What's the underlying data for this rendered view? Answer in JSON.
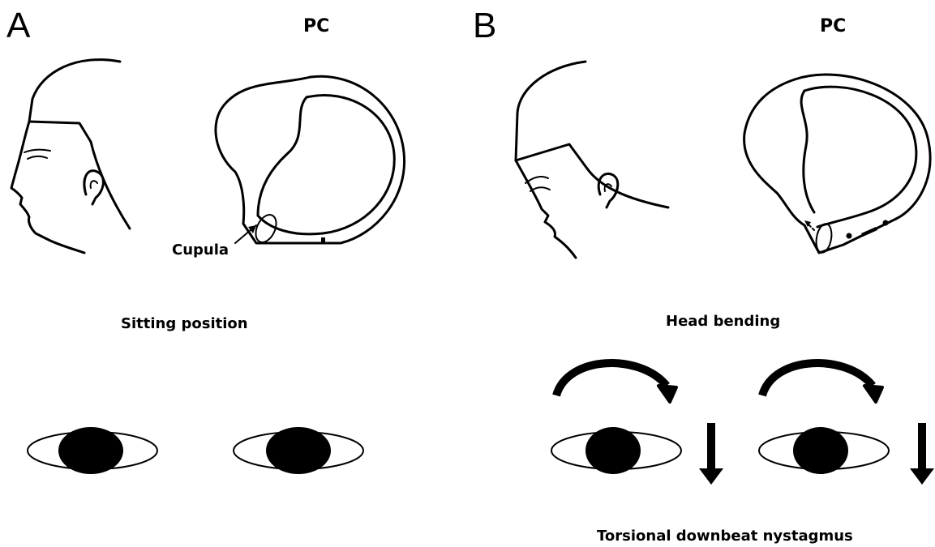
{
  "panel_a": {
    "letter": "A",
    "canal_label": "PC",
    "cupula_label": "Cupula",
    "caption": "Sitting position"
  },
  "panel_b": {
    "letter": "B",
    "canal_label": "PC",
    "caption": "Head bending",
    "nystagmus_label": "Torsional downbeat nystagmus"
  },
  "colors": {
    "line": "#000000",
    "background": "#ffffff"
  }
}
